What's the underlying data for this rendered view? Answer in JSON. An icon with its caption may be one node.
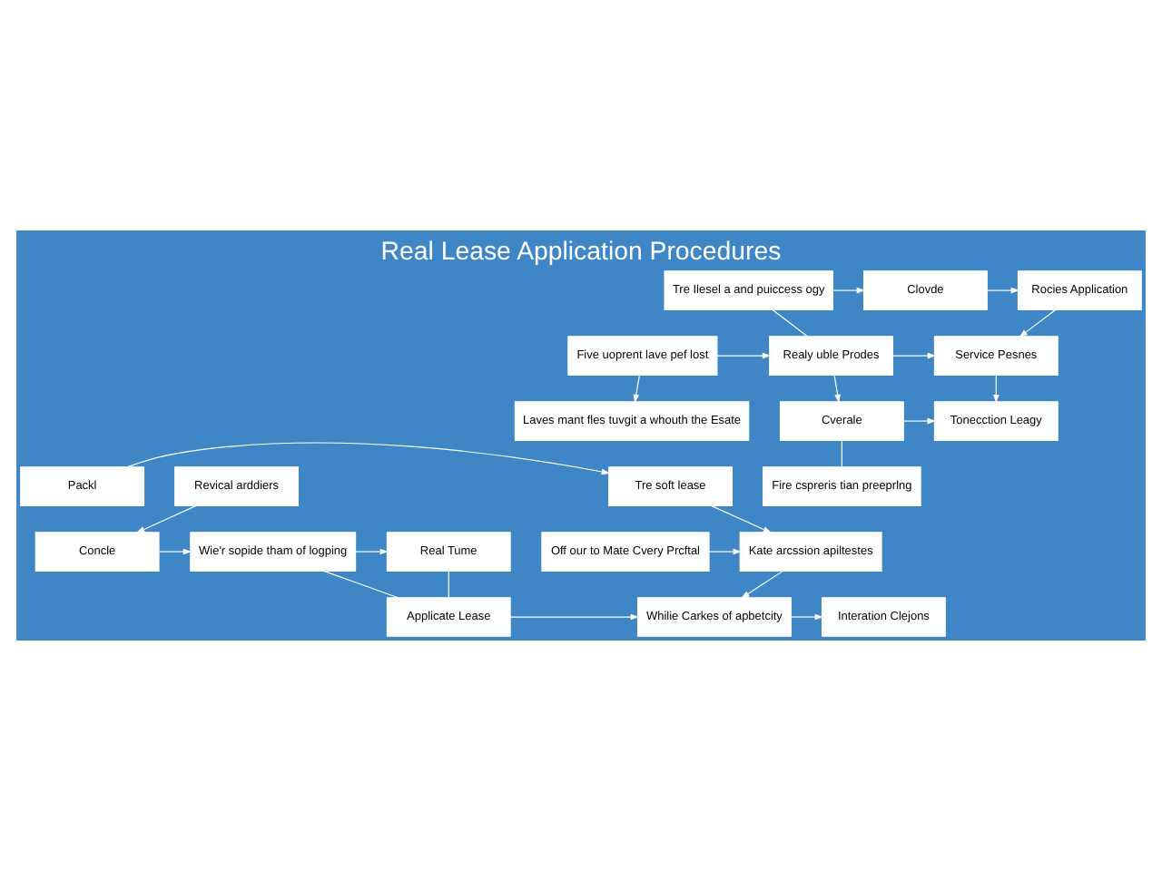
{
  "diagram": {
    "title": "Real Lease Application Procedures",
    "nodes": [
      {
        "text": [
          "Packl"
        ]
      },
      {
        "text": [
          "Tre soft lease"
        ]
      },
      {
        "text": [
          "Off our to Mate Cvery Prcftal"
        ]
      },
      {
        "text": [
          "Kate arcssion apiltestes"
        ]
      },
      {
        "text": [
          "Applicate Lease"
        ]
      },
      {
        "text": [
          "Whilie Carkes of apbetcity"
        ]
      },
      {
        "text": [
          "Interation Clejons"
        ]
      },
      {
        "text": [
          "Tre Ilesel a and puiccess ogy"
        ]
      },
      {
        "text": [
          "Clovde"
        ]
      },
      {
        "text": [
          "Rocies Application"
        ]
      },
      {
        "text": [
          "Five uoprent lave pef lost"
        ]
      },
      {
        "text": [
          "Realy uble Prodes"
        ]
      },
      {
        "text": [
          "Service Pesnes"
        ]
      },
      {
        "text": [
          "Laves mant fles tuvgit a whouth the Esate"
        ]
      },
      {
        "text": [
          "Cverale"
        ]
      },
      {
        "text": [
          "Tonecction Leagy"
        ]
      },
      {
        "text": [
          "Fire cspreris tian preeprlng"
        ]
      },
      {
        "text": [
          "Revical arddiers"
        ]
      },
      {
        "text": [
          "Real Tume"
        ]
      },
      {
        "text": [
          "Wie'r sopide tham of logping"
        ]
      },
      {
        "text": [
          "Concle"
        ]
      }
    ],
    "edges": [
      {
        "from": 0,
        "to": 1,
        "arrow": "to"
      },
      {
        "from": 1,
        "to": 3,
        "arrow": "to"
      },
      {
        "from": 2,
        "to": 3,
        "arrow": "to"
      },
      {
        "from": 3,
        "to": 5,
        "arrow": "to"
      },
      {
        "from": 4,
        "to": 5,
        "arrow": "to"
      },
      {
        "from": 5,
        "to": 6,
        "arrow": "to"
      },
      {
        "from": 7,
        "to": 8,
        "arrow": "to"
      },
      {
        "from": 8,
        "to": 9,
        "arrow": "to"
      },
      {
        "from": 9,
        "to": 12,
        "arrow": "to"
      },
      {
        "from": 7,
        "to": 11,
        "arrow": "none"
      },
      {
        "from": 10,
        "to": 11,
        "arrow": "to"
      },
      {
        "from": 11,
        "to": 12,
        "arrow": "to"
      },
      {
        "from": 10,
        "to": 13,
        "arrow": "to"
      },
      {
        "from": 11,
        "to": 14,
        "arrow": "to"
      },
      {
        "from": 12,
        "to": 15,
        "arrow": "to"
      },
      {
        "from": 14,
        "to": 15,
        "arrow": "to"
      },
      {
        "from": 14,
        "to": 16,
        "arrow": "none"
      },
      {
        "from": 17,
        "to": 20,
        "arrow": "to"
      },
      {
        "from": 20,
        "to": 19,
        "arrow": "to"
      },
      {
        "from": 19,
        "to": 18,
        "arrow": "to"
      },
      {
        "from": 18,
        "to": 4,
        "arrow": "none"
      },
      {
        "from": 19,
        "to": 4,
        "arrow": "none"
      }
    ]
  }
}
